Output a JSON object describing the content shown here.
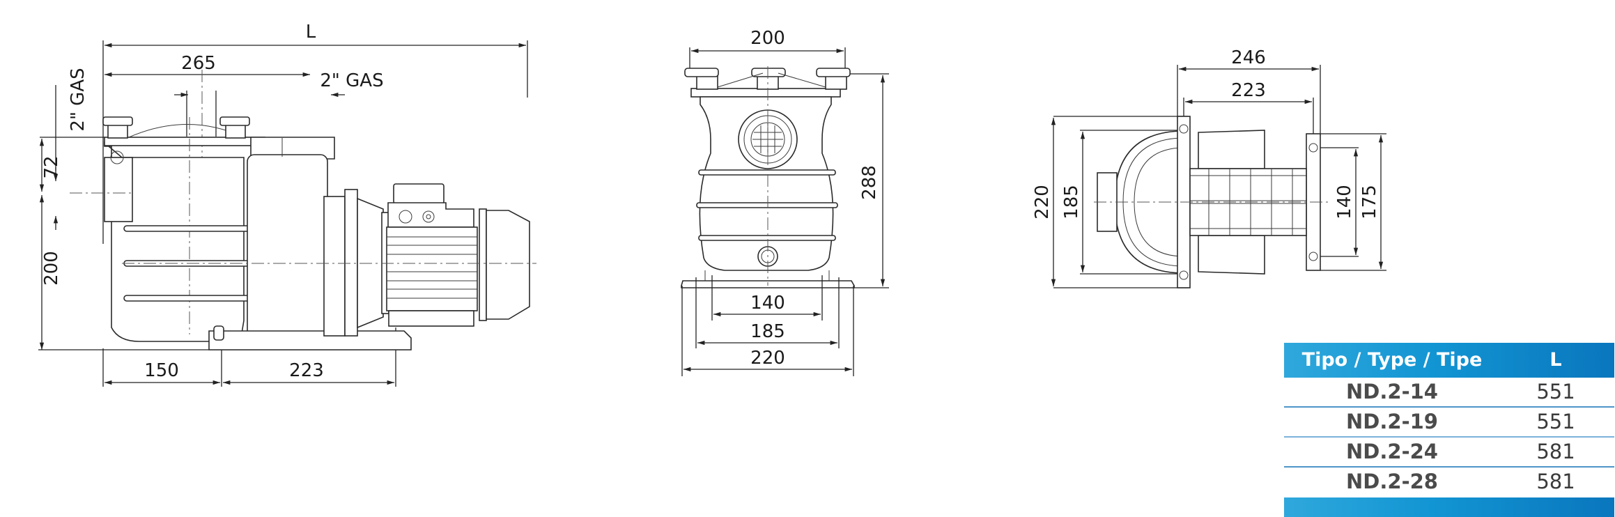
{
  "drawing": {
    "subject": "Pool pump dimensional drawing",
    "side_view": {
      "overall_length_label": "L",
      "dim_265": "265",
      "outlet_label": "2\" GAS",
      "inlet_label": "2\" GAS",
      "dim_72": "72",
      "dim_200": "200",
      "dim_150": "150",
      "dim_223": "223"
    },
    "front_view": {
      "dim_top_width": "200",
      "dim_height": "288",
      "dim_140": "140",
      "dim_185": "185",
      "dim_220": "220"
    },
    "top_view": {
      "dim_246": "246",
      "dim_223": "223",
      "dim_220": "220",
      "dim_185": "185",
      "dim_140": "140",
      "dim_175": "175"
    }
  },
  "spec_table": {
    "headers": {
      "type": "Tipo / Type / Tipe",
      "length": "L"
    },
    "rows": [
      {
        "type": "ND.2-14",
        "length": "551"
      },
      {
        "type": "ND.2-19",
        "length": "551"
      },
      {
        "type": "ND.2-24",
        "length": "581"
      },
      {
        "type": "ND.2-28",
        "length": "581"
      }
    ],
    "colors": {
      "header_start": "#2fa8dc",
      "header_end": "#0a76bd",
      "divider": "#4d94c8"
    }
  }
}
